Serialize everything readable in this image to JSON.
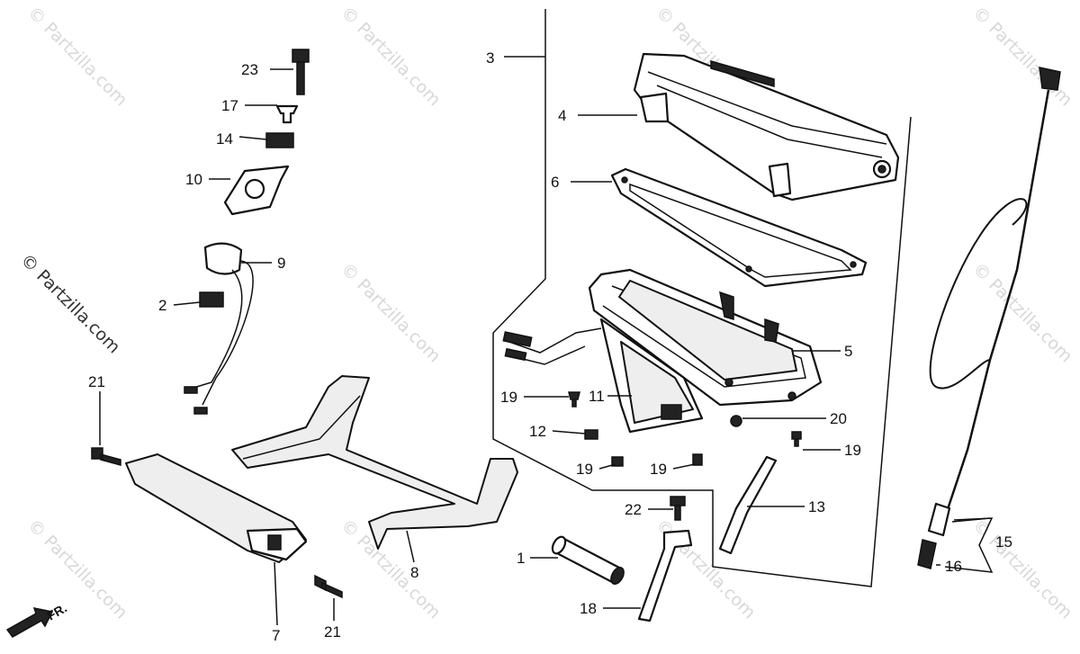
{
  "watermark": "© Partzilla.com",
  "direction_label": "FR.",
  "callouts": [
    "1",
    "2",
    "3",
    "4",
    "5",
    "6",
    "7",
    "8",
    "9",
    "10",
    "11",
    "12",
    "13",
    "14",
    "15",
    "16",
    "17",
    "18",
    "19",
    "20",
    "21",
    "22",
    "23"
  ]
}
